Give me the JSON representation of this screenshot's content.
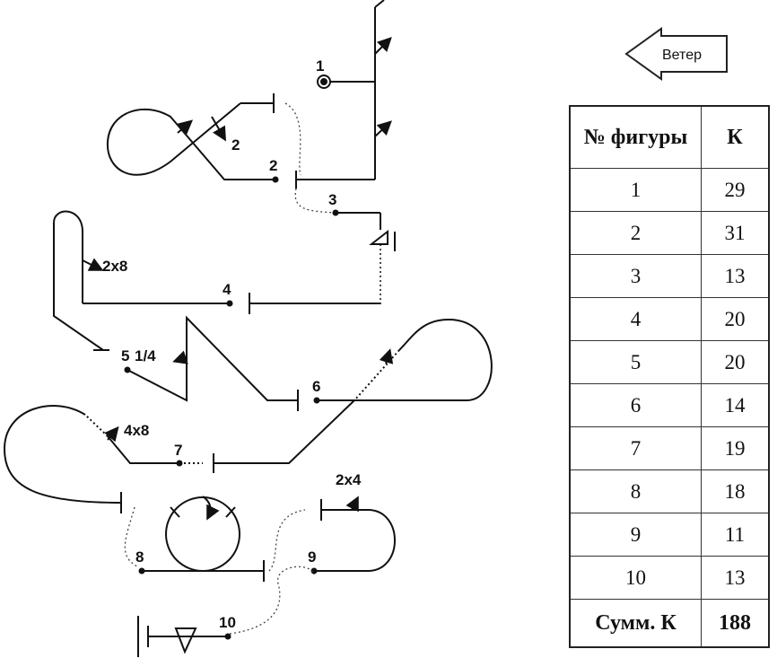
{
  "wind": {
    "label": "Ветер"
  },
  "figure_labels": {
    "f1": "1",
    "f2": "2",
    "f3": "3",
    "f4": "4",
    "f5": "5",
    "f6": "6",
    "f7": "7",
    "f8": "8",
    "f9": "9",
    "f10": "10"
  },
  "annotations": {
    "roll_2": "2",
    "roll_2x8": "2x8",
    "roll_1_4": "1/4",
    "roll_4x8": "4x8",
    "roll_2x4": "2x4"
  },
  "table": {
    "header_fig": "№ фигуры",
    "header_k": "К",
    "rows": [
      {
        "fig": "1",
        "k": "29"
      },
      {
        "fig": "2",
        "k": "31"
      },
      {
        "fig": "3",
        "k": "13"
      },
      {
        "fig": "4",
        "k": "20"
      },
      {
        "fig": "5",
        "k": "20"
      },
      {
        "fig": "6",
        "k": "14"
      },
      {
        "fig": "7",
        "k": "19"
      },
      {
        "fig": "8",
        "k": "18"
      },
      {
        "fig": "9",
        "k": "11"
      },
      {
        "fig": "10",
        "k": "13"
      }
    ],
    "total_label": "Сумм. К",
    "total_value": "188"
  }
}
